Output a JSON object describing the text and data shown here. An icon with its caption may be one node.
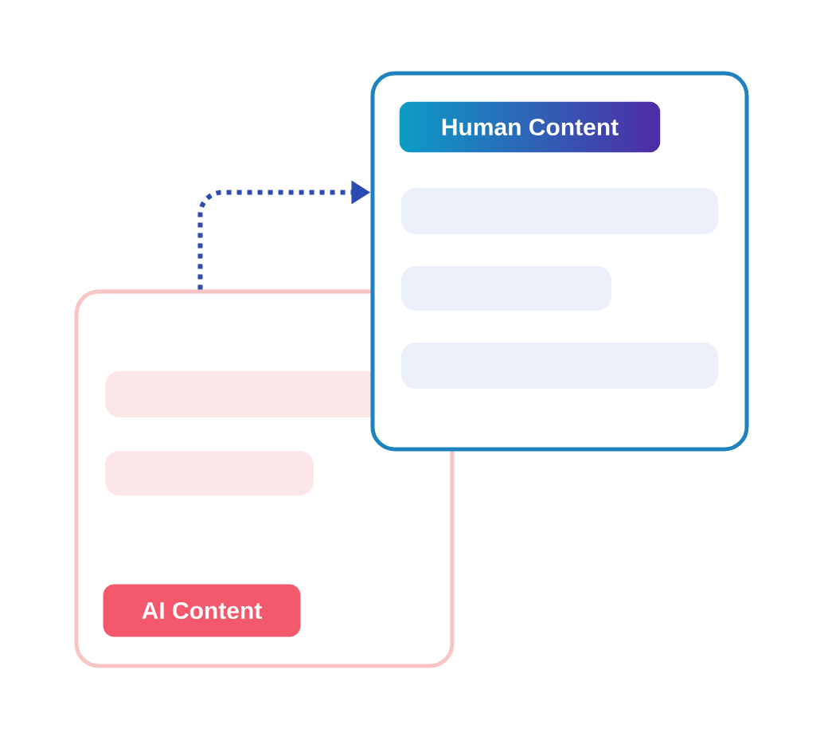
{
  "diagram": {
    "nodes": [
      {
        "text": [],
        "shape": "box"
      },
      {
        "text": [
          "AI Content"
        ],
        "in": 0
      },
      {
        "text": [],
        "shape": "box"
      },
      {
        "text": [
          "Human Content"
        ],
        "in": 2
      }
    ],
    "edges": [
      {
        "from": 0,
        "to": 2,
        "arrow": "to",
        "style": "dashed"
      }
    ]
  }
}
